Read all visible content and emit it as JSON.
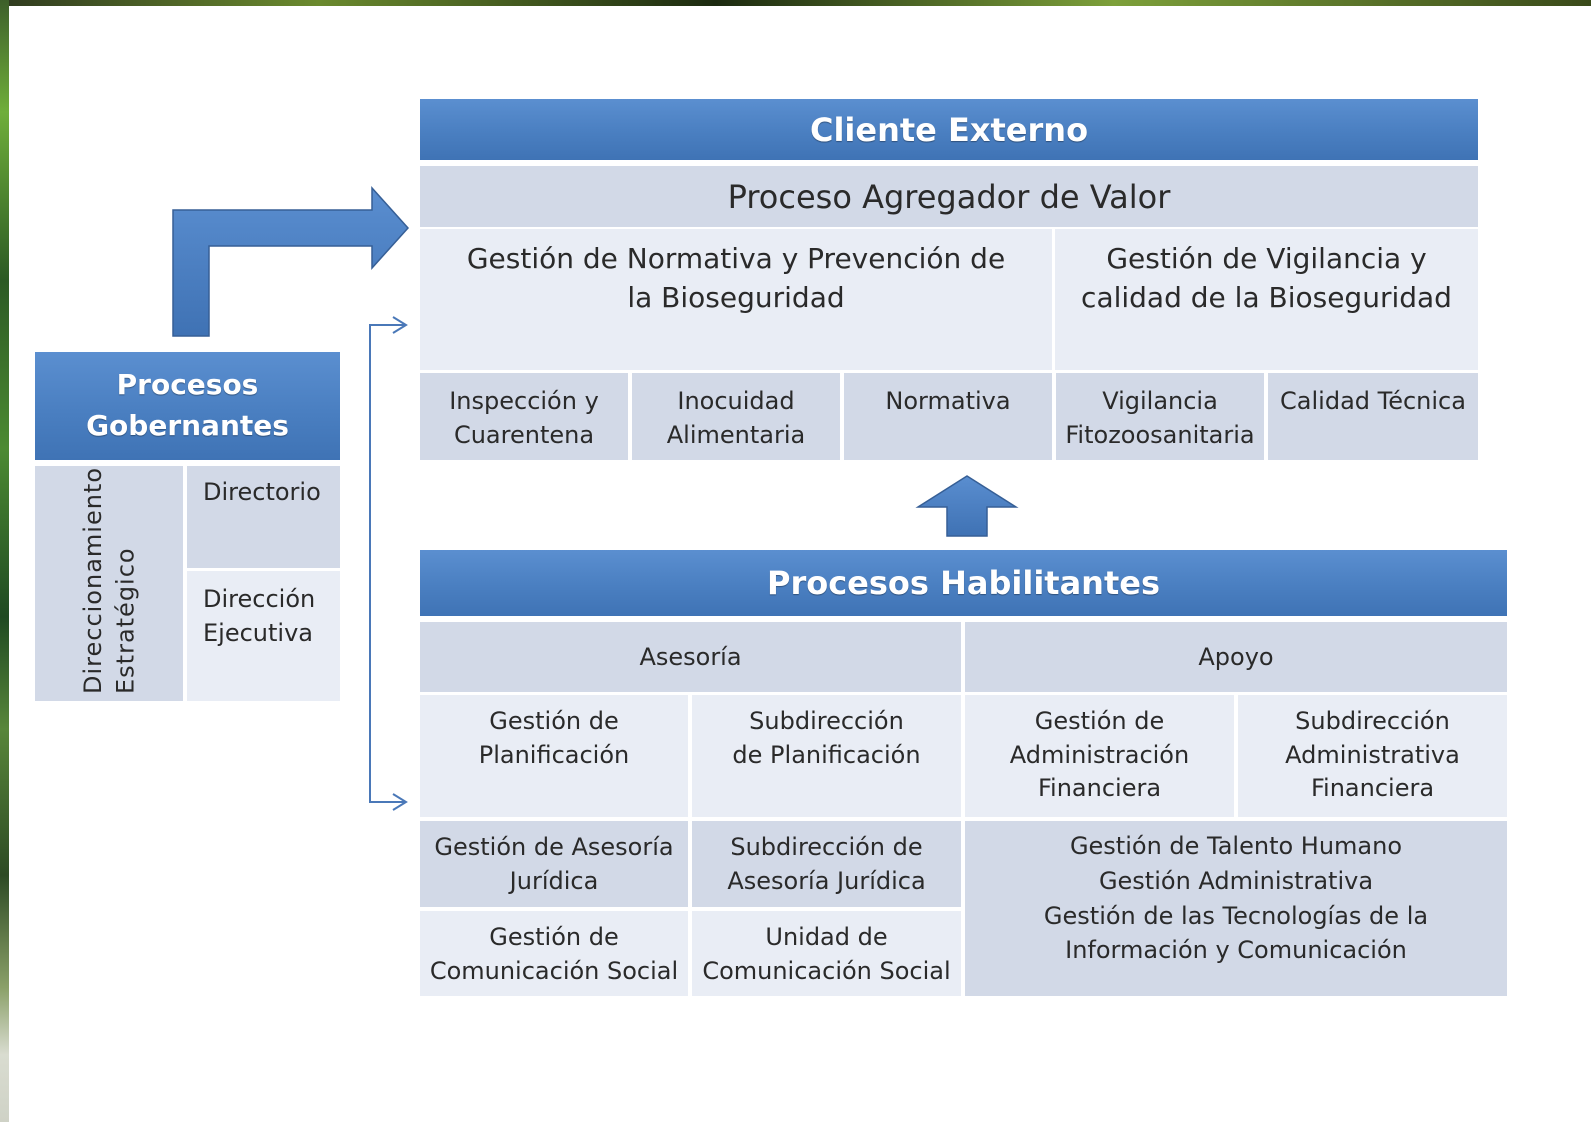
{
  "top_block": {
    "header": "Cliente Externo",
    "subheader": "Proceso Agregador de Valor",
    "groups": [
      "Gestión de Normativa y Prevención de la Bioseguridad",
      "Gestión de Vigilancia y calidad de la Bioseguridad"
    ],
    "units": [
      "Inspección y Cuarentena",
      "Inocuidad Alimentaria",
      "Normativa",
      "Vigilancia Fitozoosanitaria",
      "Calidad Técnica"
    ]
  },
  "left_block": {
    "header": "Procesos Gobernantes",
    "vertical_label": "Direccionamiento Estratégico",
    "items": [
      "Directorio",
      "Dirección Ejecutiva"
    ]
  },
  "bottom_block": {
    "header": "Procesos Habilitantes",
    "sections": [
      "Asesoría",
      "Apoyo"
    ],
    "rows": [
      [
        "Gestión de Planificación",
        "Subdirección de Planificación",
        "Gestión de Administración Financiera",
        "Subdirección Administrativa Financiera"
      ],
      [
        "Gestión de Asesoría Jurídica",
        "Subdirección de Asesoría Jurídica"
      ],
      [
        "Gestión de Comunicación Social",
        "Unidad de Comunicación Social"
      ]
    ],
    "apoyo_list": [
      "Gestión de Talento Humano",
      "Gestión Administrativa",
      "Gestión de las Tecnologías de la Información y Comunicación"
    ]
  },
  "colors": {
    "header_blue": "#4a7fc1",
    "cell_dark": "#d2d9e7",
    "cell_light": "#e9edf5",
    "arrow_blue": "#4a7fc1",
    "connector_blue": "#4a78b8"
  },
  "icons": [
    "elbow-arrow-icon",
    "up-arrow-icon",
    "connector-bracket-icon"
  ]
}
